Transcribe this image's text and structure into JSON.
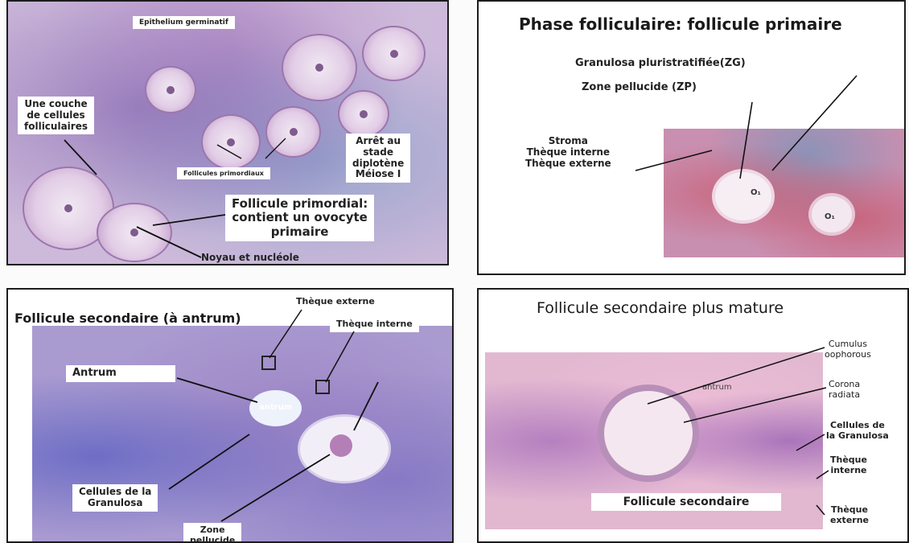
{
  "panel_a": {
    "label_epithelium": "Epithelium germinatif",
    "label_one_layer": "Une couche\nde cellules\nfolliculaires",
    "label_primordial_follicles": "Follicules primordiaux",
    "label_arrest": "Arrêt au\nstade\ndiplotène\nMéiose I",
    "label_primordial_follicle": "Follicule primordial:\ncontient un ovocyte\nprimaire",
    "label_nucleus": "Noyau et nucléole"
  },
  "panel_b": {
    "title": "Phase folliculaire: follicule primaire",
    "label_granulosa": "Granulosa pluristratifiée(ZG)",
    "label_zp": "Zone pellucide (ZP)",
    "label_stroma": "Stroma\nThèque interne\nThèque externe",
    "label_o1": "O₁",
    "label_o2": "O₁"
  },
  "panel_c": {
    "title": "Follicule secondaire (à antrum)",
    "label_theque_externe": "Thèque externe",
    "label_theque_interne": "Thèque interne",
    "label_antrum": "Antrum",
    "label_antrum_inner": "antrum",
    "label_granulosa": "Cellules de la\nGranulosa",
    "label_zone_pellucide": "Zone\npellucide"
  },
  "panel_d": {
    "title": "Follicule secondaire plus mature",
    "label_antrum": "antrum",
    "label_cumulus": "Cumulus\noophorous",
    "label_corona": "Corona\nradiata",
    "label_granulosa": "Cellules de\nla Granulosa",
    "label_theque_interne": "Thèque\ninterne",
    "label_theque_externe": "Thèque\nexterne",
    "label_follicule": "Follicule secondaire"
  }
}
